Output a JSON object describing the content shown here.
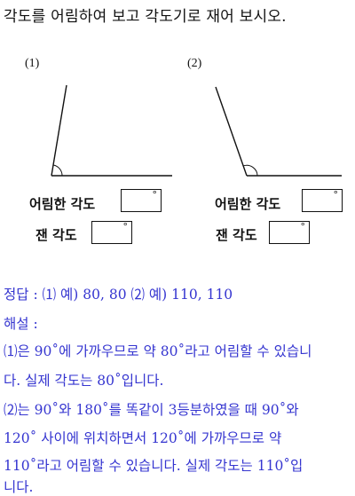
{
  "question": {
    "title": "각도를 어림하여 보고 각도기로 재어 보시오.",
    "fig1_num": "(1)",
    "fig2_num": "(2)",
    "estimate_label": "어림한 각도",
    "measured_label": "잰 각도",
    "degree_symbol": "°"
  },
  "answer": {
    "line1": "정답 : ⑴ 예) 80, 80     ⑵ 예) 110, 110",
    "line2": "해설 :",
    "line3": "⑴은 90˚에 가까우므로 약 80˚라고 어림할 수 있습니",
    "line4": "다. 실제 각도는 80˚입니다.",
    "line5": "⑵는 90˚와 180˚를 똑같이 3등분하였을 때 90˚와",
    "line6": "120˚ 사이에 위치하면서 120˚에 가까우므로 약",
    "line7": "110˚라고 어림할 수 있습니다. 실제 각도는 110˚입",
    "line8": "니다."
  },
  "colors": {
    "answer_text": "#3535d0",
    "figure_line": "#111111"
  }
}
